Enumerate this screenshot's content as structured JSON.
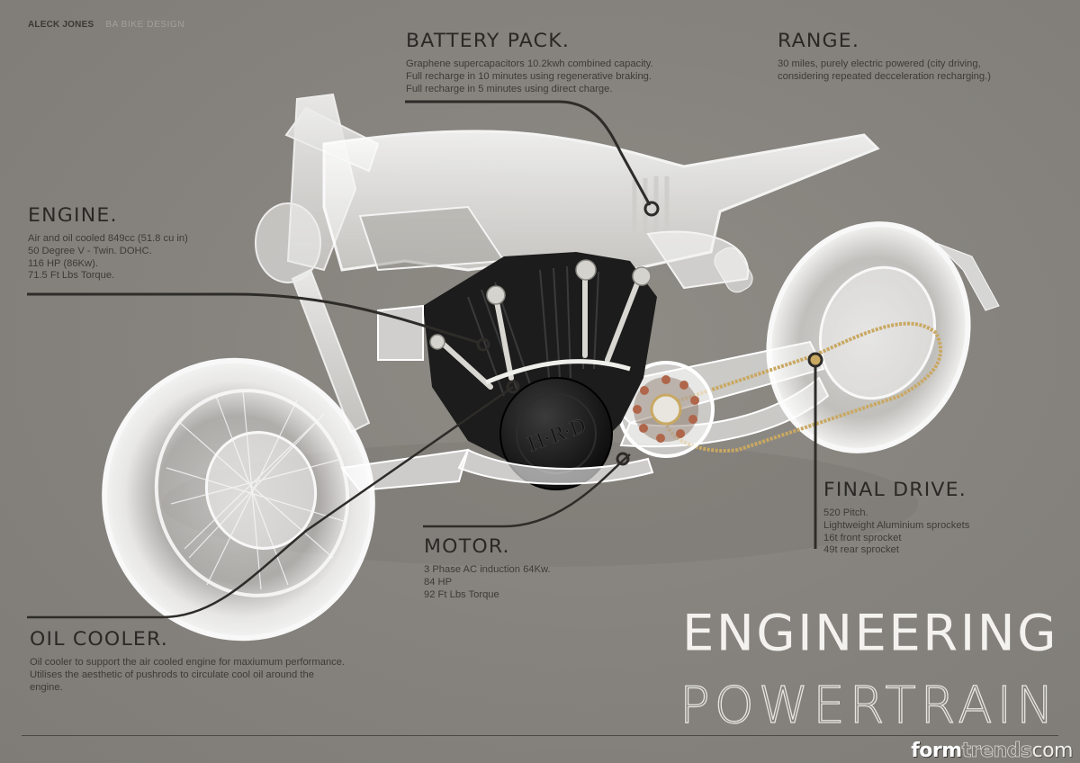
{
  "credit": {
    "author": "ALECK JONES",
    "subtitle": "BA BIKE DESIGN"
  },
  "callouts": {
    "battery": {
      "title": "BATTERY PACK.",
      "lines": [
        "Graphene supercapacitors 10.2kwh combined capacity.",
        "Full recharge in 10 minutes using regenerative braking.",
        "Full recharge in 5 minutes using direct charge."
      ]
    },
    "range": {
      "title": "RANGE.",
      "lines": [
        "30 miles, purely electric powered (city driving,",
        "considering repeated decceleration recharging.)"
      ]
    },
    "engine": {
      "title": "ENGINE.",
      "lines": [
        "Air and oil cooled 849cc (51.8 cu in)",
        "50 Degree V - Twin. DOHC.",
        "116 HP (86Kw).",
        "71.5 Ft Lbs Torque."
      ]
    },
    "final_drive": {
      "title": "FINAL DRIVE.",
      "lines": [
        "520 Pitch.",
        "Lightweight Aluminium sprockets",
        "16t front sprocket",
        "49t rear sprocket"
      ]
    },
    "motor": {
      "title": "MOTOR.",
      "lines": [
        "3 Phase AC induction 64Kw.",
        "84 HP",
        "92 Ft Lbs Torque"
      ]
    },
    "oil_cooler": {
      "title": "OIL COOLER.",
      "lines": [
        "Oil cooler to support the air cooled engine for maxiumum performance.",
        "Utilises the aesthetic of pushrods to circulate cool oil around the",
        "engine."
      ]
    }
  },
  "headline": {
    "line1": "ENGINEERING",
    "line2": "POWERTRAIN"
  },
  "brand": {
    "part1": "form",
    "part2": "trends",
    "part3": "com"
  },
  "engine_badge": "H·R·D",
  "colors": {
    "background": "#86837e",
    "leader_line": "#2e2c29",
    "chain_gold": "#c9a862",
    "headline": "#f3f2ef"
  }
}
